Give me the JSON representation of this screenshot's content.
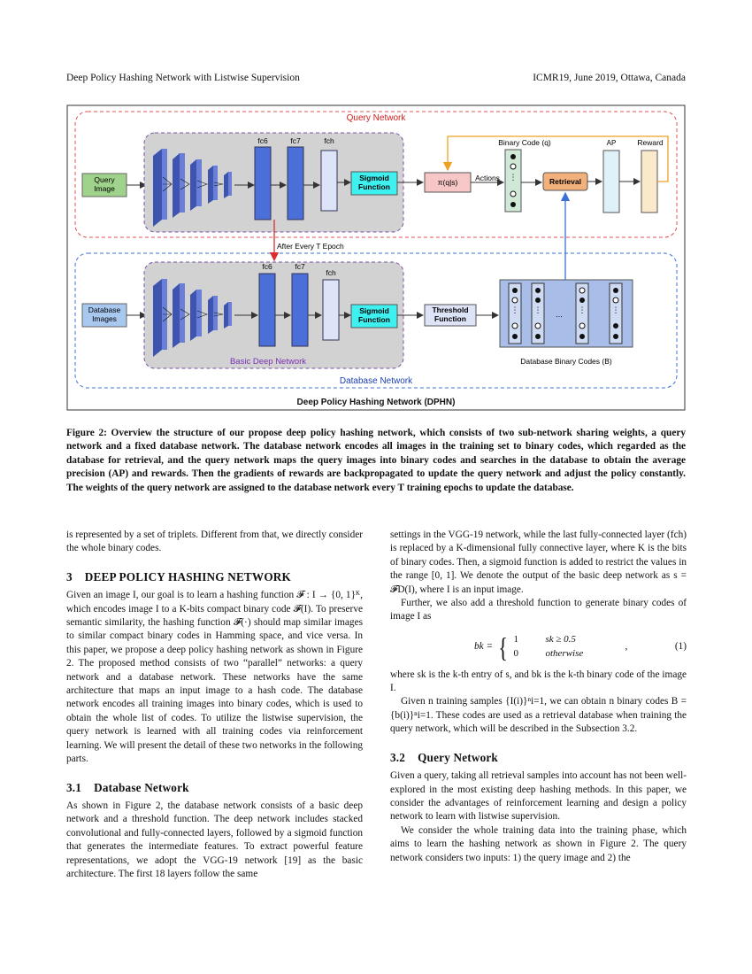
{
  "header": {
    "left": "Deep Policy Hashing Network with Listwise Supervision",
    "right": "ICMR19, June 2019, Ottawa, Canada"
  },
  "figure": {
    "query_network_label": "Query Network",
    "database_network_label": "Database Network",
    "basic_deep_network_label": "Basic Deep Network",
    "bottom_title": "Deep Policy Hashing Network (DPHN)",
    "query_image": "Query Image",
    "database_images": "Database Images",
    "fc6": "fc6",
    "fc7": "fc7",
    "fch": "fch",
    "sigmoid": "Sigmoid Function",
    "threshold": "Threshold Function",
    "policy": "π(q|s)",
    "actions": "Actions",
    "binary_code": "Binary Code (q)",
    "retrieval": "Retrieval",
    "ap": "AP",
    "reward": "Reward",
    "epoch_note": "After Every T Epoch",
    "db_codes": "Database Binary Codes (B)",
    "ellipsis": "..."
  },
  "caption": "Figure 2: Overview the structure of our propose deep policy hashing network, which consists of two sub-network sharing weights, a query network and a fixed database network. The database network encodes all images in the training set to binary codes, which regarded as the database for retrieval, and the query network maps the query images into binary codes and searches in the database to obtain the average precision (AP) and rewards. Then the gradients of rewards are backpropagated to update the query network and adjust the policy constantly. The weights of the query network are assigned to the database network every T training epochs to update the database.",
  "left_col": {
    "p0": "is represented by a set of triplets. Different from that, we directly consider the whole binary codes.",
    "sec3_num": "3",
    "sec3_title": "DEEP POLICY HASHING NETWORK",
    "p1": "Given an image I, our goal is to learn a hashing function 𝓕 : I → {0, 1}ᴷ, which encodes image I to a K-bits compact binary code 𝓕(I). To preserve semantic similarity, the hashing function 𝓕(·) should map similar images to similar compact binary codes in Hamming space, and vice versa. In this paper, we propose a deep policy hashing network as shown in Figure 2. The proposed method consists of two “parallel” networks: a query network and a database network. These networks have the same architecture that maps an input image to a hash code. The database network encodes all training images into binary codes, which is used to obtain the whole list of codes. To utilize the listwise supervision, the query network is learned with all training codes via reinforcement learning. We will present the detail of these two networks in the following parts.",
    "sec31_num": "3.1",
    "sec31_title": "Database Network",
    "p2": "As shown in Figure 2, the database network consists of a basic deep network and a threshold function. The deep network includes stacked convolutional and fully-connected layers, followed by a sigmoid function that generates the intermediate features. To extract powerful feature representations, we adopt the VGG-19 network [19] as the basic architecture. The first 18 layers follow the same"
  },
  "right_col": {
    "p1": "settings in the VGG-19 network, while the last fully-connected layer (fch) is replaced by a K-dimensional fully connective layer, where K is the bits of binary codes. Then, a sigmoid function is added to restrict the values in the range [0, 1]. We denote the output of the basic deep network as s = 𝓕D(I), where I is an input image.",
    "p2": "Further, we also add a threshold function to generate binary codes of image I as",
    "eq_lhs": "bk =",
    "eq_r1a": "1",
    "eq_r1b": "sk ≥ 0.5",
    "eq_r2a": "0",
    "eq_r2b": "otherwise",
    "eq_comma": ",",
    "eq_num": "(1)",
    "p3": "where sk is the k-th entry of s, and bk is the k-th binary code of the image I.",
    "p4": "Given n training samples {I(i)}ⁿi=1, we can obtain n binary codes B = {b(i)}ⁿi=1. These codes are used as a retrieval database when training the query network, which will be described in the Subsection 3.2.",
    "sec32_num": "3.2",
    "sec32_title": "Query Network",
    "p5": "Given a query, taking all retrieval samples into account has not been well-explored in the most existing deep hashing methods. In this paper, we consider the advantages of reinforcement learning and design a policy network to learn with listwise supervision.",
    "p6": "We consider the whole training data into the training phase, which aims to learn the hashing network as shown in Figure 2. The query network considers two inputs: 1) the query image and 2) the"
  }
}
